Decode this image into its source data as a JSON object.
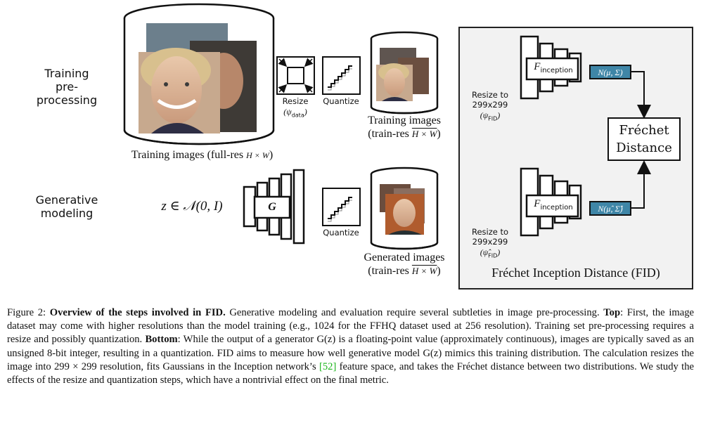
{
  "rows": {
    "top_label": [
      "Training",
      "pre-processing"
    ],
    "bottom_label": [
      "Generative",
      "modeling"
    ]
  },
  "top": {
    "full_res_caption": "Training images (full-res",
    "full_res_math": "H × W",
    "resize_label": "Resize",
    "resize_math": "(ψ",
    "resize_math_sub": "data",
    "quantize_label": "Quantize",
    "train_res_title": "Training images",
    "train_res_sub": "(train-res",
    "train_res_math": "H × W"
  },
  "bottom": {
    "z_math": "z ∈ 𝒩(0, I)",
    "generator_label": "G",
    "quantize_label": "Quantize",
    "gen_title": "Generated images",
    "gen_sub": "(train-res",
    "gen_math": "H × W"
  },
  "fid": {
    "resize_top": [
      "Resize to",
      "299x299"
    ],
    "resize_top_math": "(ψ",
    "resize_top_sub": "FID",
    "resize_bot": [
      "Resize to",
      "299x299"
    ],
    "resize_bot_math": "(ψ̂",
    "resize_bot_sub": "FID",
    "inception_top": "F",
    "inception_top_sub": "inception",
    "inception_bot": "F",
    "inception_bot_sub": "inception",
    "gauss_top": "N(μ, Σ)",
    "gauss_bot": "N(μ̂, Σ̂)",
    "frechet": [
      "Fréchet",
      "Distance"
    ],
    "panel_title": "Fréchet Inception Distance (FID)",
    "accent_color": "#3f86a7"
  },
  "caption": {
    "label": "Figure 2:",
    "bold_title": "Overview of the steps involved in FID.",
    "text1": "Generative modeling and evaluation require several subtleties in image pre-processing.",
    "top_bold": "Top",
    "text2": ": First, the image dataset may come with higher resolutions than the model training (e.g., 1024 for the FFHQ dataset used at 256 resolution). Training set pre-processing requires a resize and possibly quantization.",
    "bottom_bold": "Bottom",
    "text3": ": While the output of a generator G(z) is a floating-point value (approximately continuous), images are typically saved as an unsigned 8-bit integer, resulting in a quantization. FID aims to measure how well generative model G(z) mimics this training distribution. The calculation resizes the image into 299 × 299 resolution, fits Gaussians in the Inception network’s",
    "cite": "[52]",
    "text4": "feature space, and takes the Fréchet distance between two distributions. We study the effects of the resize and quantization steps, which have a nontrivial effect on the final metric."
  }
}
